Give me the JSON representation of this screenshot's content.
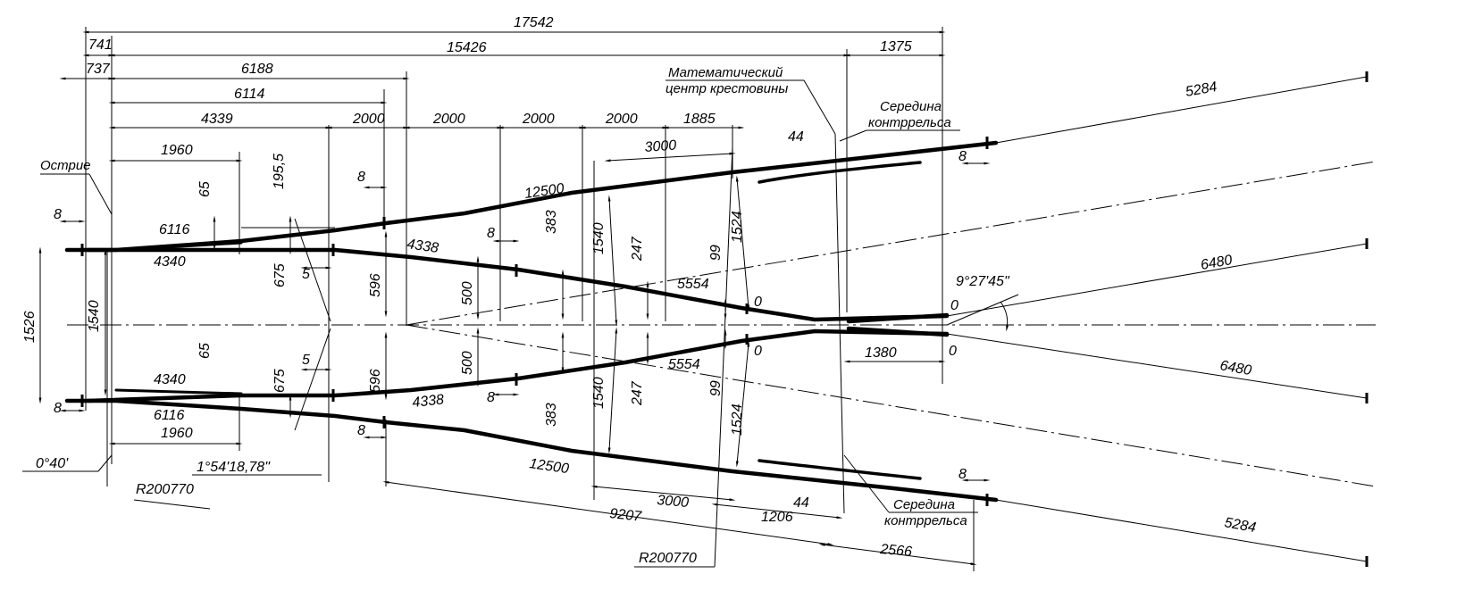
{
  "dimensions": {
    "total": "17542",
    "top_741": "741",
    "top_15426": "15426",
    "top_1375": "1375",
    "left_737": "737",
    "top_6188": "6188",
    "top_6114": "6114",
    "top_4339": "4339",
    "top_2000_a": "2000",
    "top_2000_b": "2000",
    "top_2000_c": "2000",
    "top_2000_d": "2000",
    "top_1885": "1885",
    "top_3000": "3000",
    "top_44": "44",
    "upper_1960": "1960",
    "upper_195_5": "195,5",
    "upper_65": "65",
    "upper_8_left": "8",
    "upper_8_mid": "8",
    "upper_6116": "6116",
    "upper_4340": "4340",
    "upper_12500": "12500",
    "upper_4338": "4338",
    "upper_8_inner": "8",
    "upper_383": "383",
    "upper_1524": "1524",
    "upper_1540": "1540",
    "upper_247": "247",
    "upper_99": "99",
    "upper_5554": "5554",
    "upper_500": "500",
    "upper_596": "596",
    "upper_675": "675",
    "upper_5": "5",
    "upper_0": "0",
    "right_8_top": "8",
    "right_5284_top": "5284",
    "right_6480_top": "6480",
    "angle_main": "9°27'45\"",
    "right_0_top": "0",
    "right_0_bottom": "0",
    "right_1380": "1380",
    "right_6480_bottom": "6480",
    "right_5284_bottom": "5284",
    "gauge_1526": "1526",
    "gauge_1540": "1540",
    "lower_4340": "4340",
    "lower_65": "65",
    "lower_675": "675",
    "lower_5": "5",
    "lower_596": "596",
    "lower_8_left": "8",
    "lower_6116": "6116",
    "lower_1960": "1960",
    "lower_500": "500",
    "lower_4338": "4338",
    "lower_8_inner": "8",
    "lower_383": "383",
    "lower_1540": "1540",
    "lower_247": "247",
    "lower_99": "99",
    "lower_1524": "1524",
    "lower_5554": "5554",
    "lower_0": "0",
    "lower_8_mid": "8",
    "lower_12500": "12500",
    "angle_small": "0°40'",
    "angle_switch": "1°54'18,78\"",
    "radius_left": "R200770",
    "bottom_3000": "3000",
    "bottom_9207": "9207",
    "bottom_44": "44",
    "bottom_1206": "1206",
    "bottom_radius": "R200770",
    "bottom_2566": "2566",
    "right_8_bottom": "8"
  },
  "labels": {
    "math_center_line1": "Математический",
    "math_center_line2": "центр крестовины",
    "guard_mid_top_line1": "Середина",
    "guard_mid_top_line2": "контррельса",
    "switch_point": "Острие",
    "guard_mid_bottom_line1": "Середина",
    "guard_mid_bottom_line2": "контррельса"
  }
}
